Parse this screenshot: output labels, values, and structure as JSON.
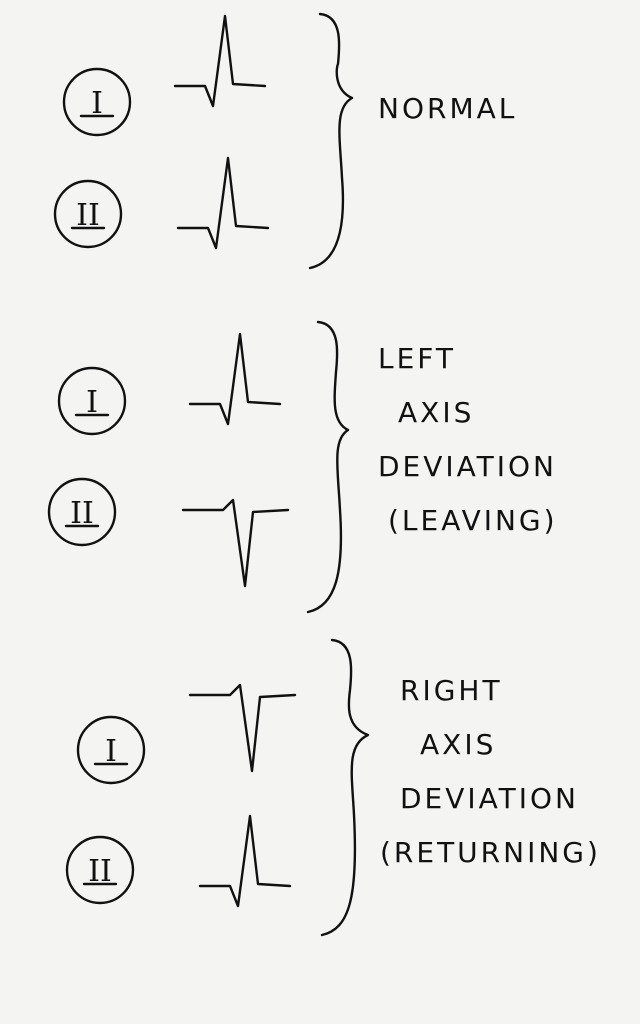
{
  "diagram": {
    "ink_color": "#111111",
    "background_color": "#f4f4f2",
    "groups": [
      {
        "id": "normal",
        "label_lines": [
          "NORMAL"
        ],
        "leads": [
          {
            "lead": "I",
            "deflection": "positive"
          },
          {
            "lead": "II",
            "deflection": "positive"
          }
        ]
      },
      {
        "id": "left-axis-deviation",
        "label_lines": [
          "LEFT",
          "AXIS",
          "DEVIATION",
          "(LEAVING)"
        ],
        "leads": [
          {
            "lead": "I",
            "deflection": "positive"
          },
          {
            "lead": "II",
            "deflection": "negative"
          }
        ]
      },
      {
        "id": "right-axis-deviation",
        "label_lines": [
          "RIGHT",
          "AXIS",
          "DEVIATION",
          "(RETURNING)"
        ],
        "leads": [
          {
            "lead": "I",
            "deflection": "negative"
          },
          {
            "lead": "II",
            "deflection": "positive"
          }
        ]
      }
    ]
  }
}
